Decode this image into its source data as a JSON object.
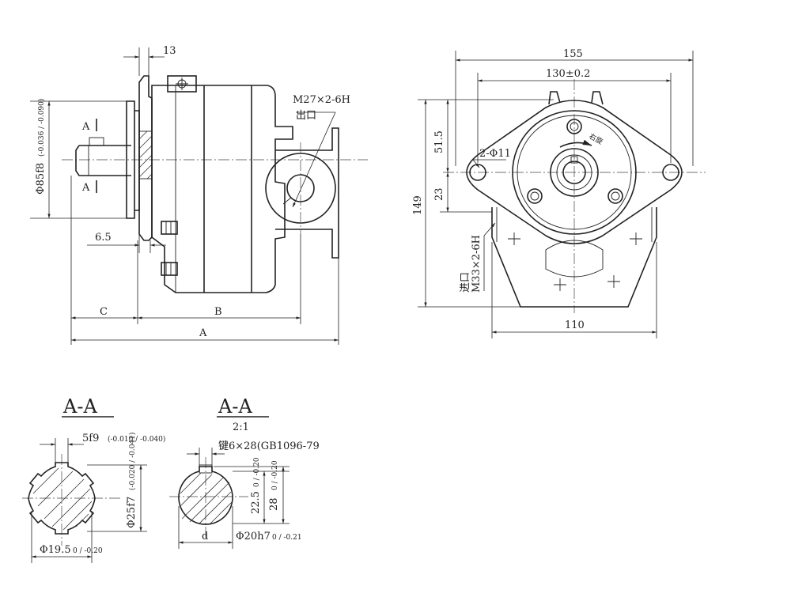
{
  "front_view": {
    "dim_13": "13",
    "dim_flange_dia": "Φ85f8",
    "dim_flange_tol": "(-0.036 / -0.090)",
    "section_mark": "A",
    "dim_6_5": "6.5",
    "dim_C": "C",
    "dim_B": "B",
    "dim_A": "A",
    "outlet_thread": "M27×2-6H",
    "outlet_label": "出口"
  },
  "side_view": {
    "dim_155": "155",
    "dim_130": "130±0.2",
    "dim_149": "149",
    "dim_51_5": "51.5",
    "dim_23": "23",
    "dim_holes": "2-Φ11",
    "dim_110": "110",
    "rotation_label": "右旋",
    "inlet_label": "进口",
    "inlet_thread": "M33×2-6H"
  },
  "section1": {
    "title": "A-A",
    "dim_key": "5f9",
    "dim_key_tol": "(-0.010 / -0.040)",
    "dim_outer": "Φ25f7",
    "dim_outer_tol": "(-0.020 / -0.041)",
    "dim_root": "Φ19.5",
    "dim_root_tol": "0 / -0.20"
  },
  "section2": {
    "title": "A-A",
    "scale": "2:1",
    "key_spec": "键6×28(GB1096-79",
    "dim_22_5": "22.5",
    "dim_22_5_tol": "0 / -0.20",
    "dim_28": "28",
    "dim_28_tol": "0 / -0.20",
    "dim_d": "d",
    "dim_shaft": "Φ20h7",
    "dim_shaft_tol": "0 / -0.21"
  }
}
